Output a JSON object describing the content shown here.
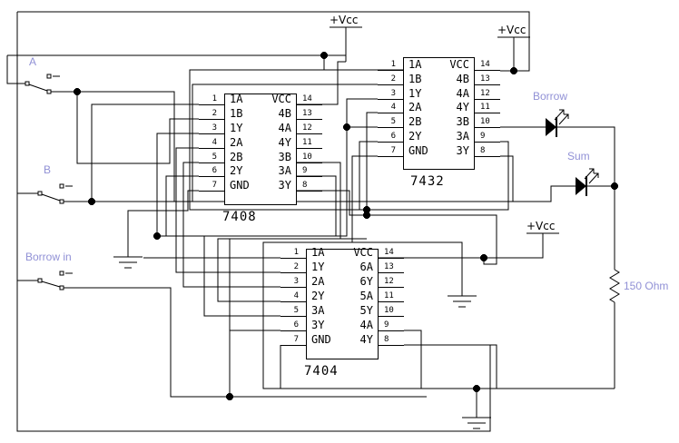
{
  "power": {
    "vcc_label": "+Vcc"
  },
  "inputs": {
    "a_label": "A",
    "b_label": "B",
    "borrow_in_label": "Borrow in"
  },
  "outputs": {
    "borrow_led_label": "Borrow",
    "sum_led_label": "Sum"
  },
  "resistor": {
    "value_label": "150 Ohm"
  },
  "colors": {
    "wire": "#000000",
    "annotation": "#9191d6",
    "background": "#ffffff"
  },
  "ics": [
    {
      "name": "7408",
      "left_pins": [
        [
          "1",
          "1A"
        ],
        [
          "2",
          "1B"
        ],
        [
          "3",
          "1Y"
        ],
        [
          "4",
          "2A"
        ],
        [
          "5",
          "2B"
        ],
        [
          "6",
          "2Y"
        ],
        [
          "7",
          "GND"
        ]
      ],
      "right_pins": [
        [
          "14",
          "VCC"
        ],
        [
          "13",
          "4B"
        ],
        [
          "12",
          "4A"
        ],
        [
          "11",
          "4Y"
        ],
        [
          "10",
          "3B"
        ],
        [
          "9",
          "3A"
        ],
        [
          "8",
          "3Y"
        ]
      ]
    },
    {
      "name": "7432",
      "left_pins": [
        [
          "1",
          "1A"
        ],
        [
          "2",
          "1B"
        ],
        [
          "3",
          "1Y"
        ],
        [
          "4",
          "2A"
        ],
        [
          "5",
          "2B"
        ],
        [
          "6",
          "2Y"
        ],
        [
          "7",
          "GND"
        ]
      ],
      "right_pins": [
        [
          "14",
          "VCC"
        ],
        [
          "13",
          "4B"
        ],
        [
          "12",
          "4A"
        ],
        [
          "11",
          "4Y"
        ],
        [
          "10",
          "3B"
        ],
        [
          "9",
          "3A"
        ],
        [
          "8",
          "3Y"
        ]
      ]
    },
    {
      "name": "7404",
      "left_pins": [
        [
          "1",
          "1A"
        ],
        [
          "2",
          "1Y"
        ],
        [
          "3",
          "2A"
        ],
        [
          "4",
          "2Y"
        ],
        [
          "5",
          "3A"
        ],
        [
          "6",
          "3Y"
        ],
        [
          "7",
          "GND"
        ]
      ],
      "right_pins": [
        [
          "14",
          "VCC"
        ],
        [
          "13",
          "6A"
        ],
        [
          "12",
          "6Y"
        ],
        [
          "11",
          "5A"
        ],
        [
          "10",
          "5Y"
        ],
        [
          "9",
          "4A"
        ],
        [
          "8",
          "4Y"
        ]
      ]
    }
  ]
}
